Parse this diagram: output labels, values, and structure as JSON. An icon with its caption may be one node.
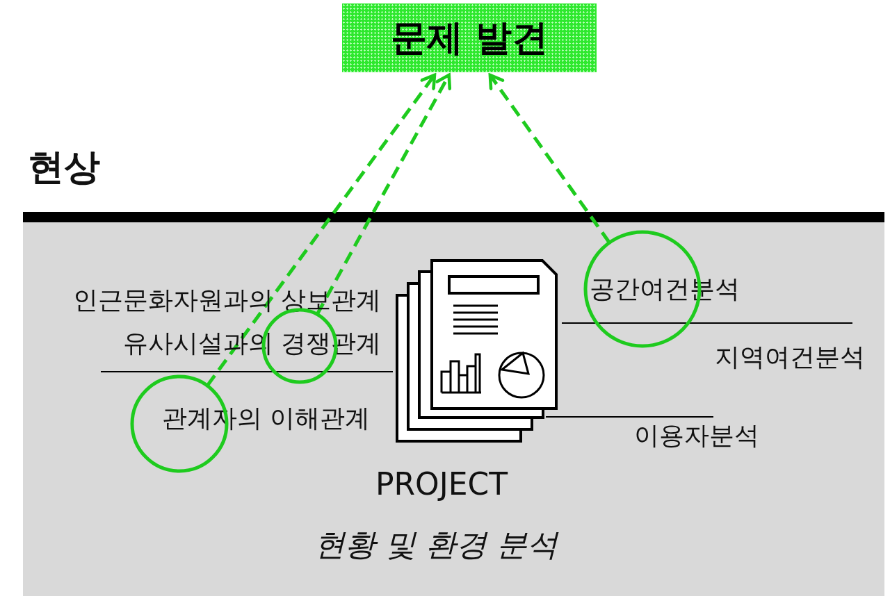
{
  "diagram": {
    "nodes": [
      {
        "text": [
          "문제 발견"
        ]
      },
      {
        "text": [],
        "shape": "circle"
      },
      {
        "text": [],
        "shape": "circle"
      },
      {
        "text": [],
        "shape": "circle"
      }
    ],
    "edges": [
      {
        "from": 1,
        "to": 0,
        "arrow": "to",
        "style": "dashed"
      },
      {
        "from": 2,
        "to": 0,
        "arrow": "to",
        "style": "dashed"
      },
      {
        "from": 3,
        "to": 0,
        "arrow": "to",
        "style": "dashed"
      }
    ],
    "labels": [
      "현상",
      "인근문화자원과의 상보관계",
      "유사시설과의 경쟁관계",
      "관계자의 이해관계",
      "공간여건분석",
      "지역여건분석",
      "이용자분석",
      "PROJECT",
      "현황 및 환경 분석"
    ]
  }
}
